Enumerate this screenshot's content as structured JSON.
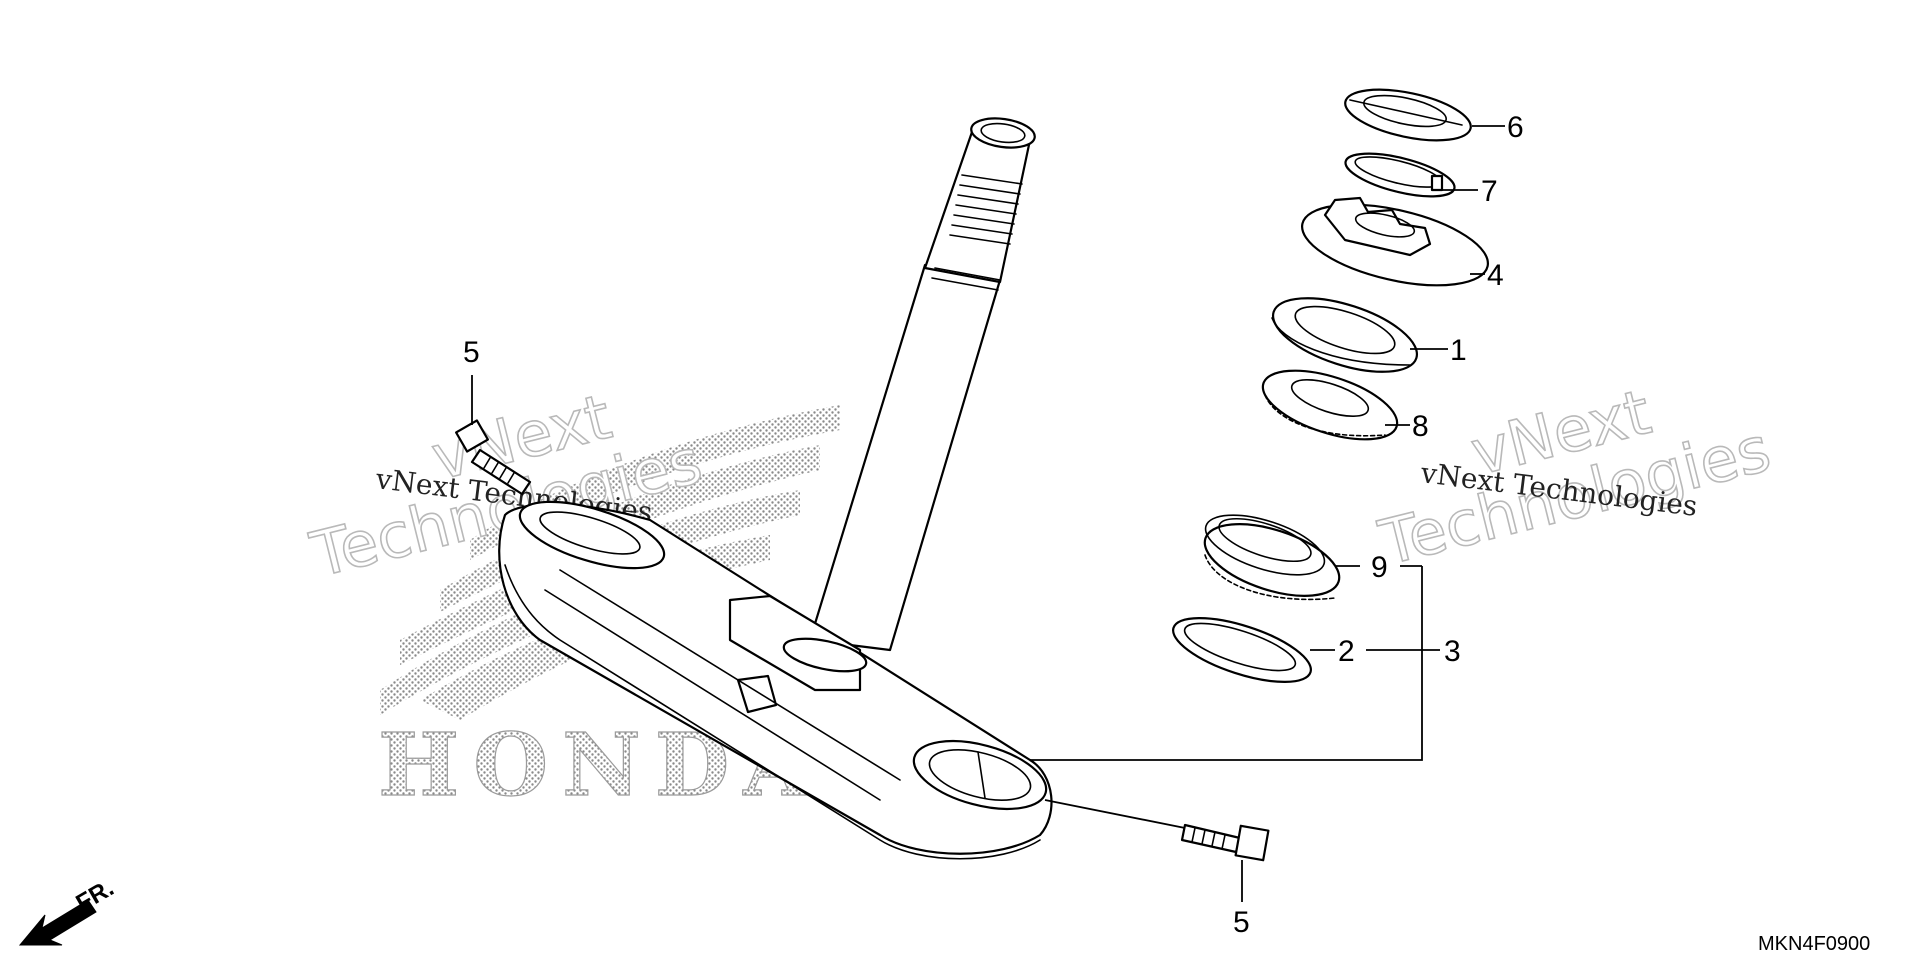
{
  "diagram": {
    "callouts": {
      "c1": "1",
      "c2": "2",
      "c3": "3",
      "c4": "4",
      "c5_top": "5",
      "c5_bottom": "5",
      "c6": "6",
      "c7": "7",
      "c8": "8",
      "c9": "9"
    },
    "drawing_code": "MKN4F0900",
    "direction_label": "FR.",
    "logo_text": "HONDA",
    "watermarks": {
      "left_large_1": "vNext",
      "left_large_2": "Technologies",
      "left_small": "vNext Technologies",
      "right_large_1": "vNext",
      "right_large_2": "Technologies",
      "right_small": "vNext Technologies"
    }
  }
}
